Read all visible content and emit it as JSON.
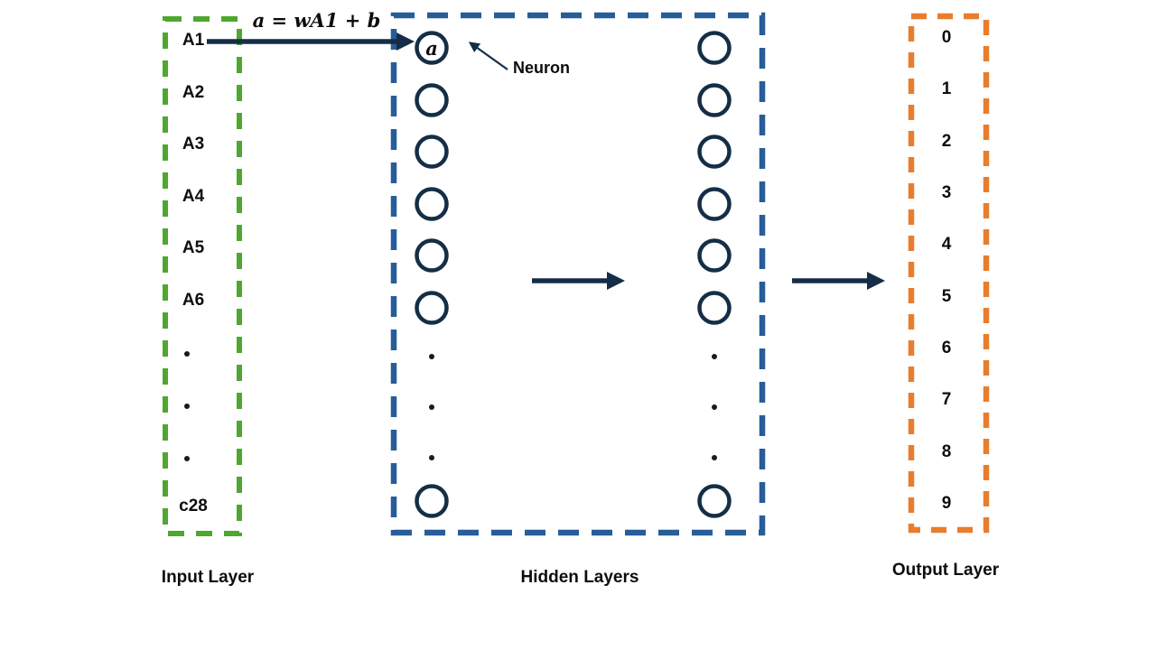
{
  "diagram": {
    "formula": "a = wA1 + b",
    "neuron_annotation": "Neuron",
    "colors": {
      "input_border": "#4ea72e",
      "hidden_border": "#275d99",
      "output_border": "#e87d2e",
      "ink": "#152e47",
      "text": "#0d0d0d"
    }
  },
  "input_layer": {
    "title": "Input Layer",
    "labels": [
      "A1",
      "A2",
      "A3",
      "A4",
      "A5",
      "A6"
    ],
    "last_label": "c28"
  },
  "hidden_layers": {
    "title": "Hidden Layers",
    "neuron_value": "a"
  },
  "output_layer": {
    "title": "Output Layer",
    "classes": [
      "0",
      "1",
      "2",
      "3",
      "4",
      "5",
      "6",
      "7",
      "8",
      "9"
    ]
  }
}
